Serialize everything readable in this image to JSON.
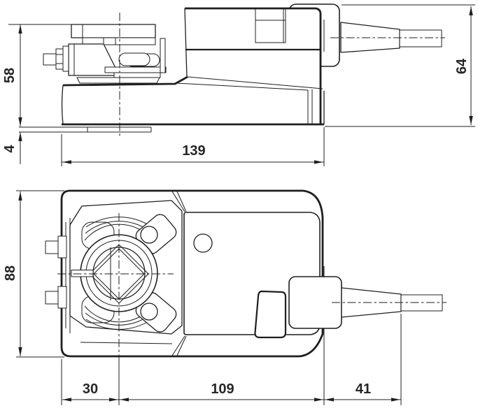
{
  "drawing": {
    "kind": "actuator-dimension-drawing",
    "background": "#ffffff",
    "line_color": "#1f1f1f",
    "views": {
      "side": {
        "label": "side-view",
        "dims": {
          "clamp_height": "58",
          "base_plate": "4",
          "overall_length": "139",
          "overall_height": "64"
        }
      },
      "top": {
        "label": "top-view",
        "dims": {
          "overall_width": "88",
          "clamp_offset": "30",
          "body_length": "109",
          "cable_gland": "41"
        }
      }
    }
  }
}
